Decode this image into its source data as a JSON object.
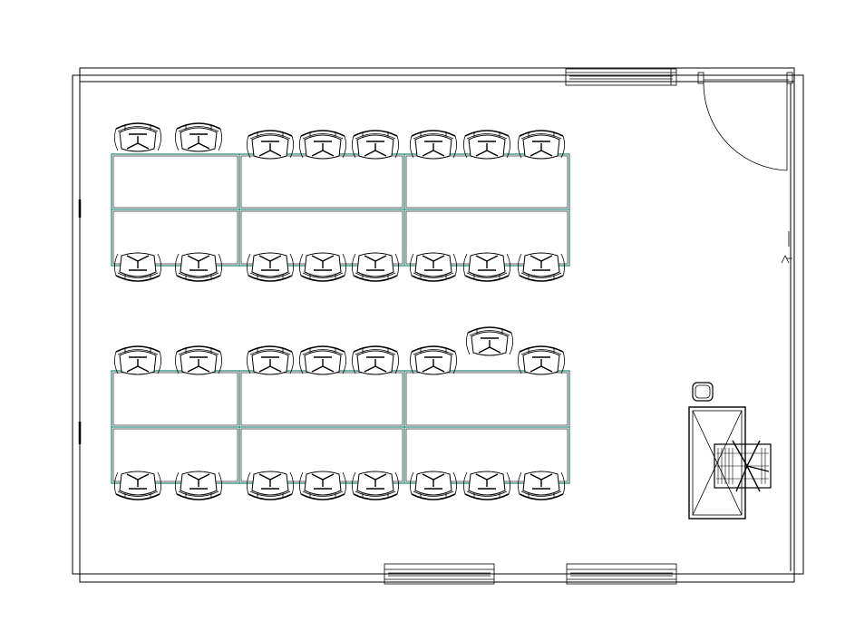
{
  "plan": {
    "colors": {
      "wall": "#000000",
      "table_outline": "#2f8f7f",
      "background": "#ffffff"
    },
    "table_blocks": [
      {
        "name": "upper-block",
        "rows": 2,
        "desks_per_row": 3
      },
      {
        "name": "lower-block",
        "rows": 2,
        "desks_per_row": 3
      }
    ],
    "chairs_per_row": 8,
    "windows": [
      {
        "name": "top-window"
      },
      {
        "name": "bottom-window-left"
      },
      {
        "name": "bottom-window-right"
      }
    ],
    "door": {
      "name": "entrance-door",
      "swing": "quarter-arc"
    },
    "teacher_desk": {
      "name": "teacher-desk",
      "has_chair": true,
      "has_bin": true
    }
  }
}
